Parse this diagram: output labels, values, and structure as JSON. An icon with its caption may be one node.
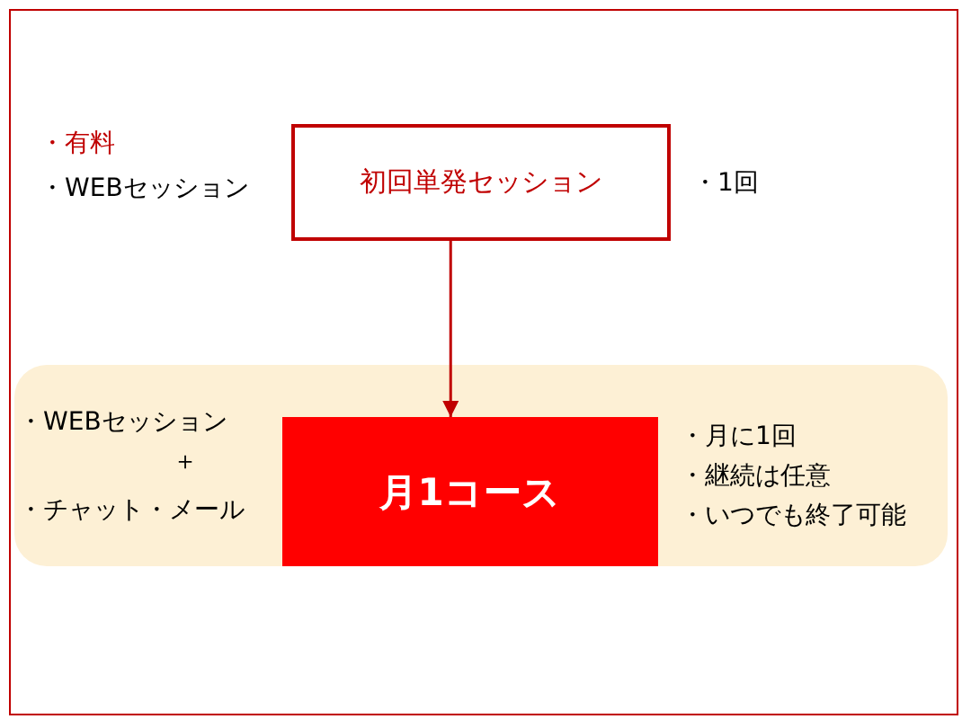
{
  "diagram": {
    "nodes": [
      {
        "text": [
          "初回単発セッション"
        ],
        "beside": [
          "・1回"
        ]
      },
      {
        "text": [
          "・WEBセッション",
          "＋",
          "・チャット・メール",
          "・月に1回",
          "・継続は任意",
          "・いつでも終了可能"
        ]
      },
      {
        "text": [
          "月1コース"
        ],
        "in": 1
      }
    ],
    "edges": [
      {
        "from": 0,
        "to": 2,
        "arrow": "to"
      }
    ],
    "labels": [
      "・有料",
      "・WEBセッション"
    ]
  }
}
